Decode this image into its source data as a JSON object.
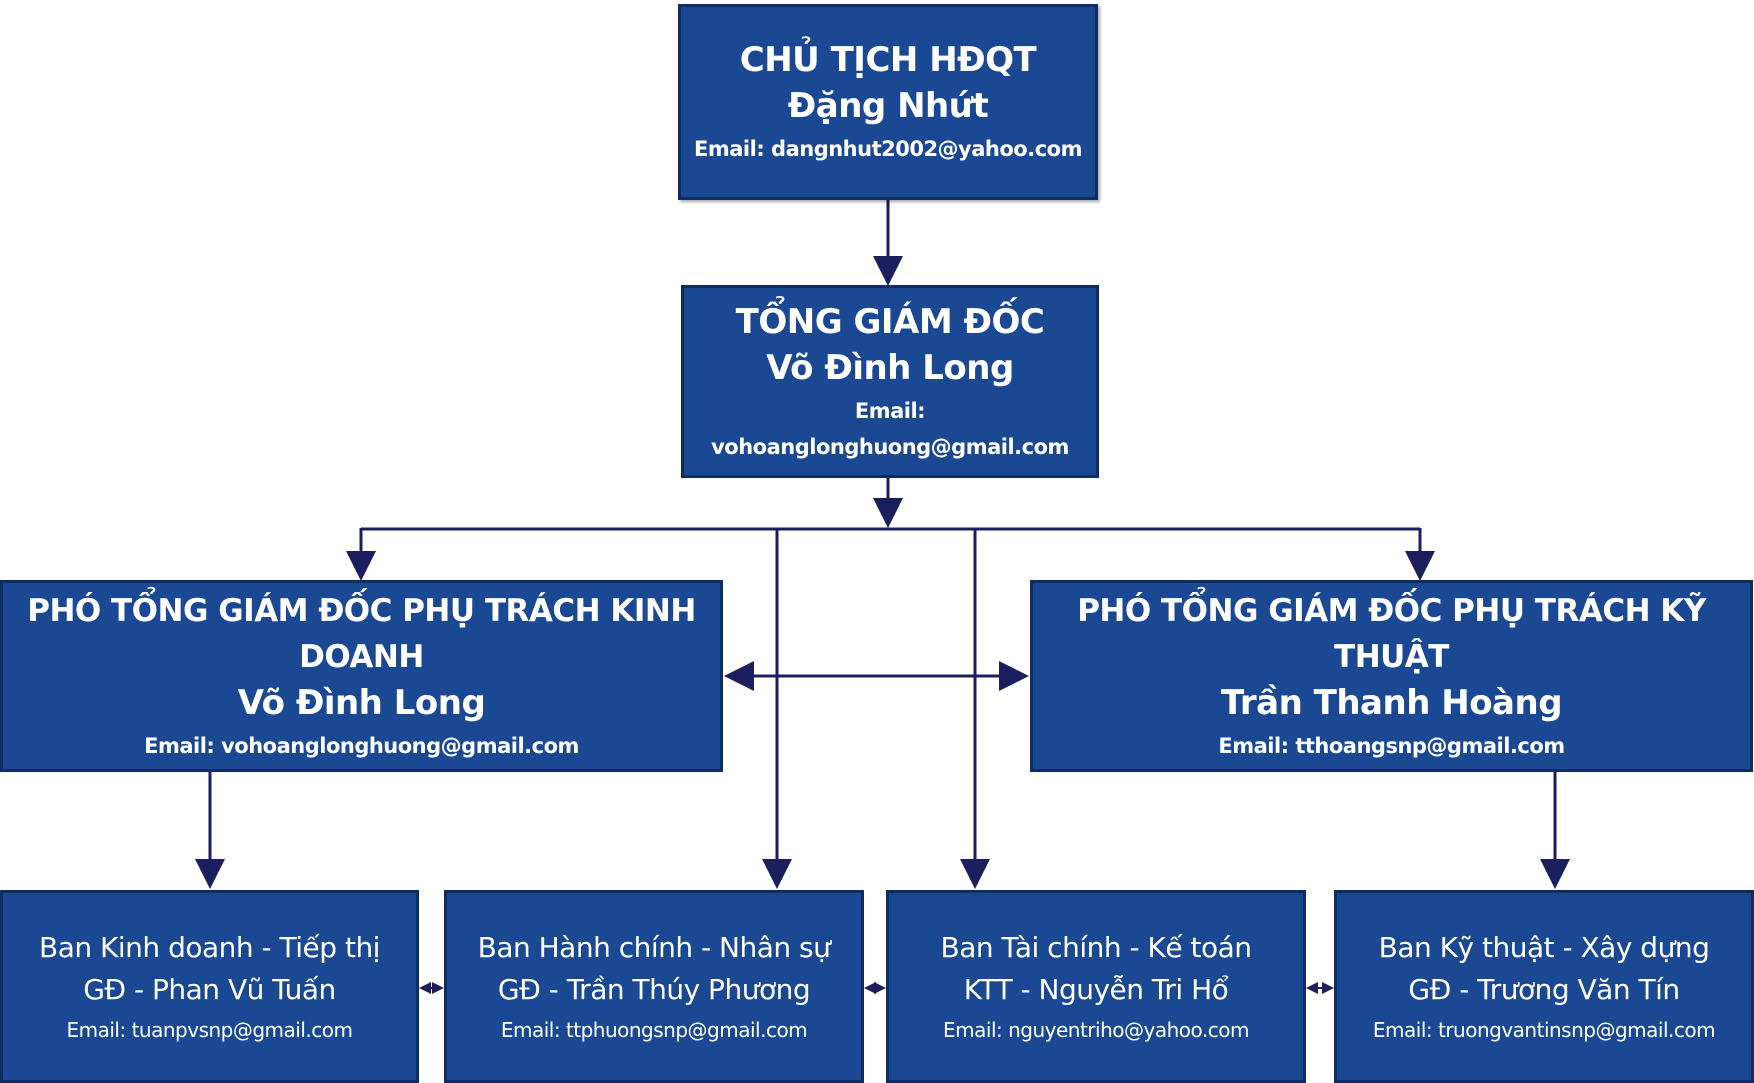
{
  "chairman": {
    "title": "CHỦ TỊCH HĐQT",
    "name": "Đặng Nhứt",
    "email": "Email: dangnhut2002@yahoo.com"
  },
  "ceo": {
    "title": "TỔNG GIÁM ĐỐC",
    "name": "Võ Đình Long",
    "email": "Email: vohoanglonghuong@gmail.com"
  },
  "vp_sales": {
    "title": "PHÓ TỔNG GIÁM ĐỐC PHỤ TRÁCH KINH DOANH",
    "name": "Võ Đình Long",
    "email": "Email: vohoanglonghuong@gmail.com"
  },
  "vp_tech": {
    "title": "PHÓ TỔNG GIÁM ĐỐC PHỤ TRÁCH KỸ THUẬT",
    "name": "Trần Thanh Hoàng",
    "email": "Email: tthoangsnp@gmail.com"
  },
  "departments": [
    {
      "title": "Ban Kinh doanh - Tiếp thị",
      "name": "GĐ -  Phan Vũ Tuấn",
      "email": "Email: tuanpvsnp@gmail.com"
    },
    {
      "title": "Ban Hành chính - Nhân sự",
      "name": "GĐ - Trần Thúy Phương",
      "email": "Email: ttphuongsnp@gmail.com"
    },
    {
      "title": "Ban Tài chính - Kế toán",
      "name": "KTT - Nguyễn Tri Hổ",
      "email": "Email: nguyentriho@yahoo.com"
    },
    {
      "title": "Ban Kỹ thuật - Xây dựng",
      "name": "GĐ - Trương Văn Tín",
      "email": "Email: truongvantinsnp@gmail.com"
    }
  ],
  "colors": {
    "box_fill": "#1a4893",
    "box_border": "#102d63",
    "connector": "#1b1f5e",
    "text": "#ffffff"
  }
}
